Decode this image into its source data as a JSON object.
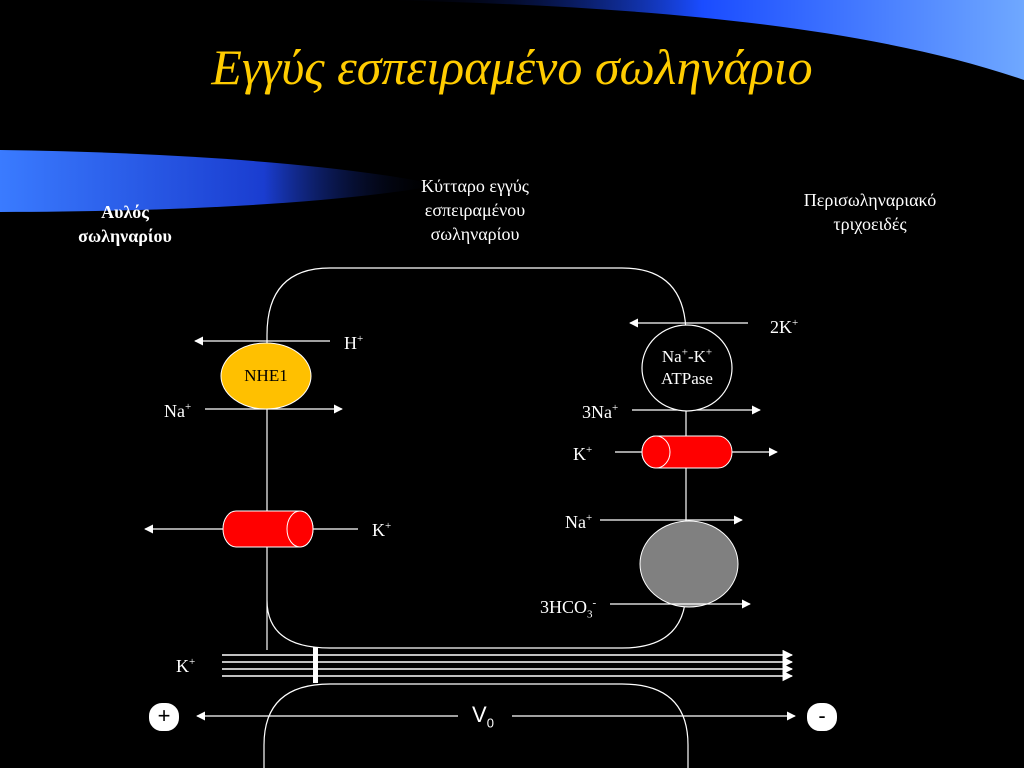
{
  "title": "Εγγύς εσπειραμένο σωληνάριο",
  "regions": {
    "lumen_line1": "Αυλός",
    "lumen_line2": "σωληναρίου",
    "cell_line1": "Κύτταρο εγγύς",
    "cell_line2": "εσπειραμένου",
    "cell_line3": "σωληναρίου",
    "capillary_line1": "Περισωληναριακό",
    "capillary_line2": "τριχοειδές"
  },
  "transporters": {
    "nhe1": "NHE1",
    "atpase_line1_a": "Na",
    "atpase_line1_b": "-K",
    "atpase_line2": "ATPase"
  },
  "ions": {
    "h": "H",
    "na_left": "Na",
    "k_left": "K",
    "two_k": "2K",
    "three_na": "3Na",
    "k_right": "K",
    "na_right": "Na",
    "hco3_a": "3HCO",
    "hco3_sub": "3",
    "hco3_sup": "-",
    "k_paracellular": "K",
    "plus_sup": "+"
  },
  "potential": {
    "label": "V",
    "sub": "0",
    "plus": "+",
    "minus": "-"
  },
  "colors": {
    "background": "#000000",
    "title": "#ffcc00",
    "nhe1_fill": "#ffc000",
    "channel_fill": "#ff0000",
    "cotransporter_fill": "#808080",
    "lines": "#ffffff",
    "accent_blue": "#1e64ff"
  }
}
